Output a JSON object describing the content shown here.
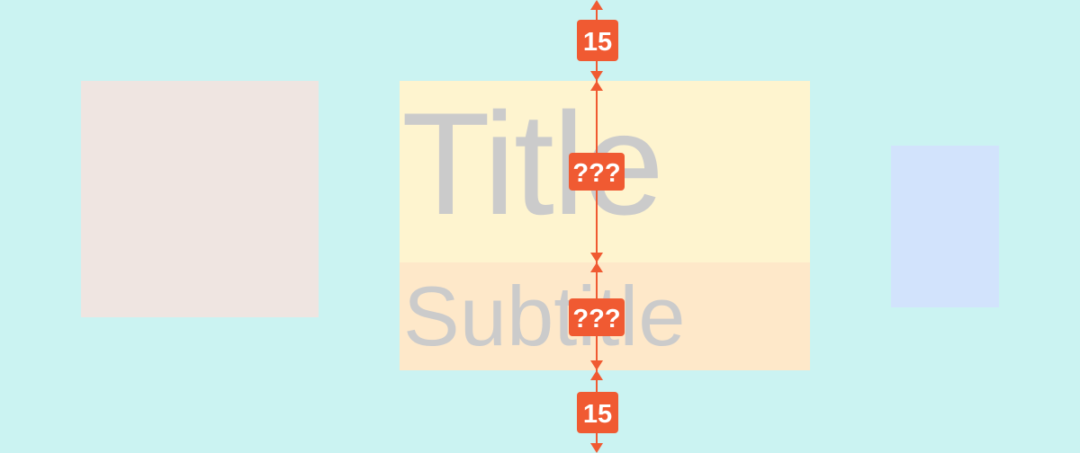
{
  "title_text": "Title",
  "subtitle_text": "Subtitle",
  "dimensions": {
    "top_spacing": "15",
    "title_height": "???",
    "subtitle_height": "???",
    "bottom_spacing": "15"
  },
  "colors": {
    "background": "#cbf3f2",
    "left_box": "#efe5e1",
    "right_box": "#d2e3fc",
    "title_region": "#fef4cf",
    "subtitle_region": "#fee8c9",
    "text": "#cbcbcb",
    "accent": "#f05a32",
    "badge_text": "#ffffff"
  }
}
